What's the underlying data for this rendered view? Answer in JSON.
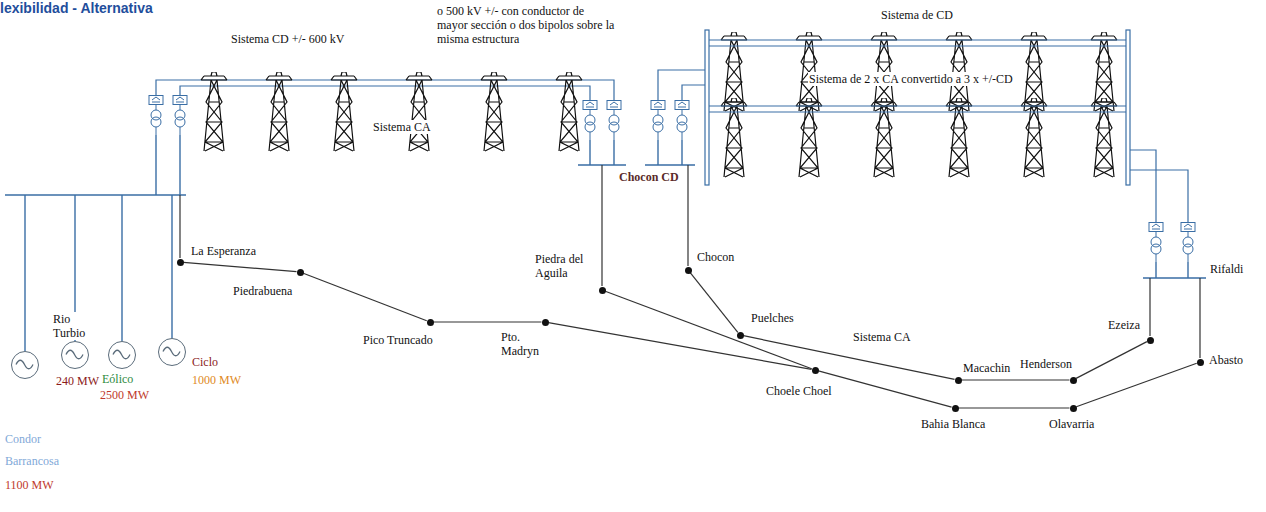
{
  "diagram": {
    "title": "lexibilidad - Alternativa",
    "nodes": [
      {
        "text": [
          "La Esperanza"
        ]
      },
      {
        "text": [
          "Piedrabuena"
        ]
      },
      {
        "text": [
          "Pico Truncado"
        ]
      },
      {
        "text": [
          "Pto. Madryn"
        ]
      },
      {
        "text": [
          "Piedra del Aguila"
        ]
      },
      {
        "text": [
          "Chocon"
        ]
      },
      {
        "text": [
          "Puelches"
        ]
      },
      {
        "text": [
          "Macachin"
        ]
      },
      {
        "text": [
          "Henderson"
        ]
      },
      {
        "text": [
          "Ezeiza"
        ]
      },
      {
        "text": [
          "Abasto"
        ]
      },
      {
        "text": [
          "Choele Choel"
        ]
      },
      {
        "text": [
          "Bahia Blanca"
        ]
      },
      {
        "text": [
          "Olavarria"
        ]
      },
      {
        "text": [
          "Rio Turbio",
          "240 MW"
        ]
      },
      {
        "text": [
          "Eólico",
          "2500 MW"
        ]
      },
      {
        "text": [
          "Ciclo",
          "1000 MW"
        ]
      },
      {
        "text": [
          "Condor Barrancosa",
          "1100 MW"
        ]
      }
    ],
    "edges": [
      {
        "from": 0,
        "to": 1,
        "arrow": "none"
      },
      {
        "from": 1,
        "to": 2,
        "arrow": "none"
      },
      {
        "from": 2,
        "to": 3,
        "arrow": "none"
      },
      {
        "from": 3,
        "to": 11,
        "arrow": "none"
      },
      {
        "from": 4,
        "to": 11,
        "arrow": "none"
      },
      {
        "from": 5,
        "to": 6,
        "arrow": "none"
      },
      {
        "from": 6,
        "to": 7,
        "arrow": "none"
      },
      {
        "from": 7,
        "to": 8,
        "arrow": "none"
      },
      {
        "from": 8,
        "to": 9,
        "arrow": "none"
      },
      {
        "from": 11,
        "to": 12,
        "arrow": "none"
      },
      {
        "from": 12,
        "to": 13,
        "arrow": "none"
      },
      {
        "from": 13,
        "to": 10,
        "arrow": "none"
      }
    ],
    "labels": [
      "Sistema CD +/- 600 kV",
      "o 500 kV +/- con conductor de mayor sección o dos bipolos sobre la misma estructura",
      "Sistema de CD",
      "Sistema de 2 x CA convertido a 3 x +/-CD",
      "Sistema CA",
      "Chocon CD",
      "Sistema CA",
      "Rifaldi"
    ]
  }
}
